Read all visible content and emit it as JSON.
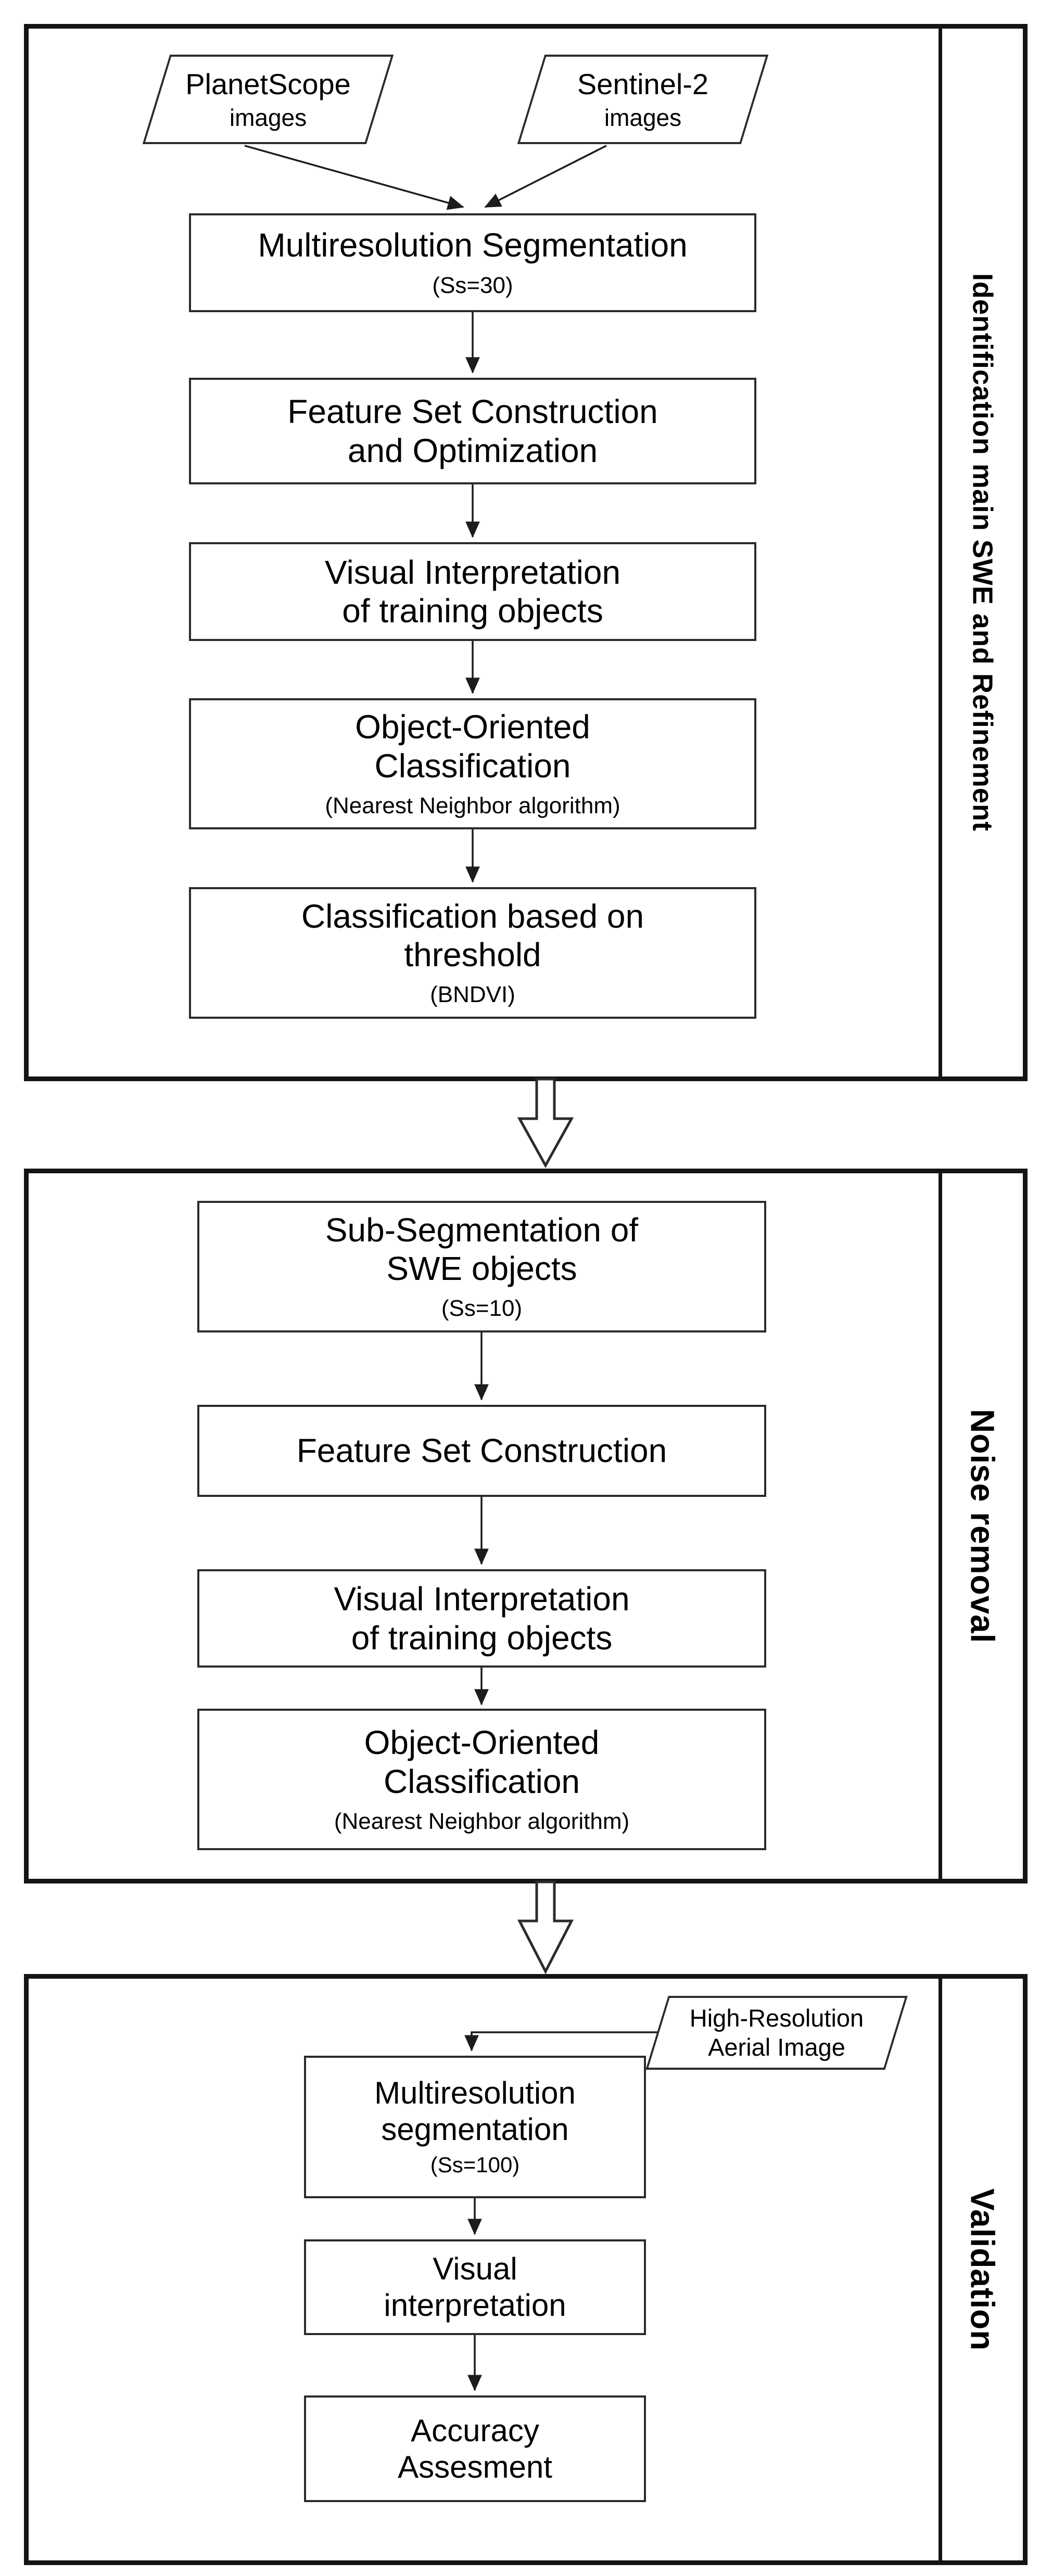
{
  "sections": [
    {
      "side_label": "Identification main SWE and Refinement",
      "inputs": [
        {
          "line1": "PlanetScope",
          "line2": "images"
        },
        {
          "line1": "Sentinel-2",
          "line2": "images"
        }
      ],
      "steps": [
        {
          "line1": "Multiresolution Segmentation",
          "note": "(Ss=30)"
        },
        {
          "line1": "Feature Set Construction",
          "line2": "and Optimization"
        },
        {
          "line1": "Visual Interpretation",
          "line2": "of training objects"
        },
        {
          "line1": "Object-Oriented",
          "line2": "Classification",
          "note": "(Nearest Neighbor algorithm)"
        },
        {
          "line1": "Classification based on",
          "line2": "threshold",
          "note": "(BNDVI)"
        }
      ]
    },
    {
      "side_label": "Noise removal",
      "steps": [
        {
          "line1": "Sub-Segmentation of",
          "line2": "SWE objects",
          "note": "(Ss=10)"
        },
        {
          "line1": "Feature Set Construction"
        },
        {
          "line1": "Visual Interpretation",
          "line2": "of training objects"
        },
        {
          "line1": "Object-Oriented",
          "line2": "Classification",
          "note": "(Nearest Neighbor algorithm)"
        }
      ]
    },
    {
      "side_label": "Validation",
      "inputs": [
        {
          "line1": "High-Resolution",
          "line2": "Aerial Image"
        }
      ],
      "steps": [
        {
          "line1": "Multiresolution",
          "line2": "segmentation",
          "note": "(Ss=100)"
        },
        {
          "line1": "Visual",
          "line2": "interpretation"
        },
        {
          "line1": "Accuracy",
          "line2": "Assesment"
        }
      ]
    }
  ],
  "colors": {
    "frame": "#141414",
    "box_border": "#2b2b2b",
    "text": "#000000",
    "background": "#ffffff"
  }
}
